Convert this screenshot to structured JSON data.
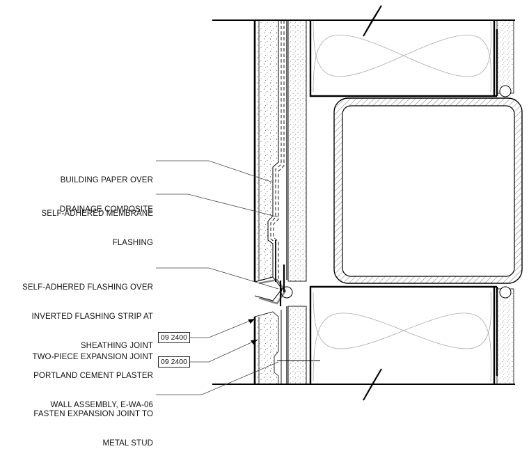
{
  "callouts": [
    {
      "line1": "BUILDING PAPER OVER",
      "line2": "DRAINAGE COMPOSITE"
    },
    {
      "line1": "SELF-ADHERED MEMBRANE",
      "line2": "FLASHING"
    },
    {
      "line1": "SELF-ADHERED FLASHING OVER",
      "line2": "INVERTED FLASHING STRIP AT",
      "line3": "SHEATHING JOINT"
    },
    {
      "line1": "TWO-PIECE EXPANSION JOINT",
      "tag": "09 2400"
    },
    {
      "line1": "PORTLAND CEMENT PLASTER",
      "line2": "WALL ASSEMBLY, E-WA-06",
      "tag": "09 2400"
    },
    {
      "line1": "FASTEN EXPANSION JOINT TO",
      "line2": "METAL STUD"
    }
  ]
}
